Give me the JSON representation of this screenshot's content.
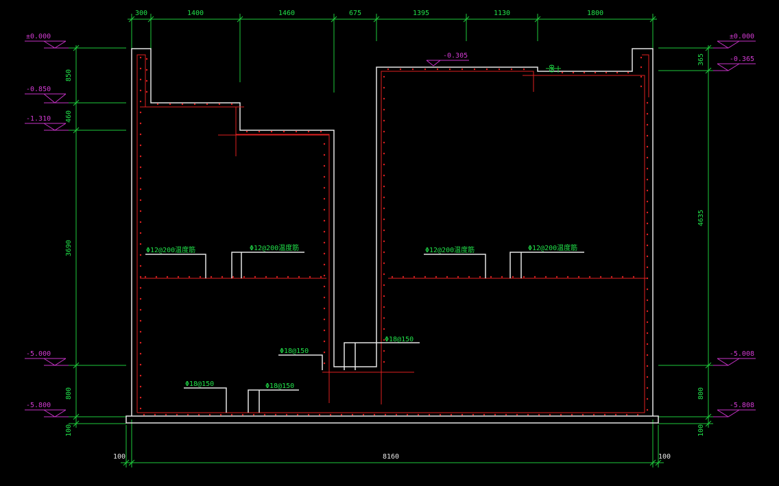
{
  "top_dimensions": [
    "300",
    "1400",
    "1460",
    "675",
    "1395",
    "1130",
    "1800"
  ],
  "bottom_dimensions": {
    "left": "100",
    "total": "8160",
    "right": "100"
  },
  "left_elevations": [
    "±0.000",
    "-0.850",
    "-1.310",
    "-5.000",
    "-5.800"
  ],
  "right_elevations": [
    "±0.000",
    "-0.365",
    "-5.008",
    "-5.808"
  ],
  "inner_elevation": "-0.305",
  "left_vertical_dimensions": [
    "850",
    "460",
    "3690",
    "800",
    "100"
  ],
  "right_vertical_dimensions": [
    "365",
    "4635",
    "800",
    "100"
  ],
  "small_dimension": "60",
  "rebar_labels": {
    "left_upper_1": "Φ12@200温度筋",
    "left_upper_2": "Φ12@200温度筋",
    "right_upper_1": "Φ12@200温度筋",
    "right_upper_2": "Φ12@200温度筋",
    "mid_1": "Φ18@150",
    "mid_2": "Φ18@150",
    "bottom_1": "Φ18@150",
    "bottom_2": "Φ18@150"
  },
  "colors": {
    "background": "#000000",
    "dimension": "#21e24a",
    "elevation": "#d53bd5",
    "outline": "#e8e8e8",
    "rebar": "#e02020"
  }
}
